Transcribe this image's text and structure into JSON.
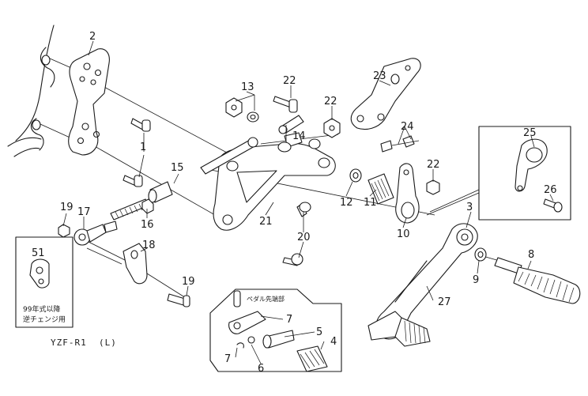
{
  "callouts": {
    "c1": "1",
    "c2": "2",
    "c3": "3",
    "c4": "4",
    "c5": "5",
    "c6": "6",
    "c7a": "7",
    "c7b": "7",
    "c8": "8",
    "c9": "9",
    "c10": "10",
    "c11": "11",
    "c12": "12",
    "c13": "13",
    "c14": "14",
    "c15": "15",
    "c16": "16",
    "c17": "17",
    "c18": "18",
    "c19a": "19",
    "c19b": "19",
    "c20": "20",
    "c21": "21",
    "c22a": "22",
    "c22b": "22",
    "c22c": "22",
    "c23": "23",
    "c24": "24",
    "c25": "25",
    "c26": "26",
    "c27": "27",
    "c51": "51"
  },
  "notes": {
    "pedal_tip": "ペダル先端部",
    "box51_line1": "99年式以降",
    "box51_line2": "逆チェンジ用"
  },
  "caption": "YZF-R1  (L)"
}
